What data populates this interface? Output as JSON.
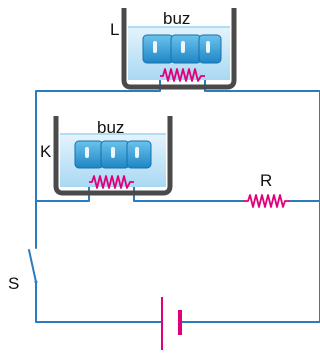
{
  "labels": {
    "beaker_top": "L",
    "beaker_bottom": "K",
    "ice_top": "buz",
    "ice_bottom": "buz",
    "resistor": "R",
    "switch": "S"
  },
  "colors": {
    "wire": "#2b7bc0",
    "heater": "#e2007a",
    "water": "#cfe9f8",
    "ice": "#3aa6dc",
    "beaker_wall": "#4a4a4a",
    "text": "#111111"
  },
  "icons": [
    "beaker-icon",
    "ice-cube-icon",
    "heater-coil-icon",
    "resistor-icon",
    "battery-icon",
    "switch-icon"
  ]
}
